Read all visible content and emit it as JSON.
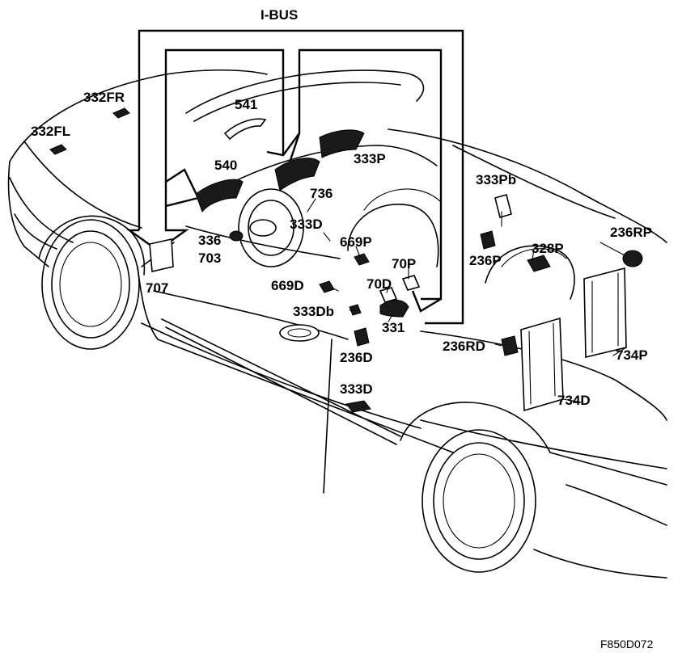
{
  "bus_label": "I-BUS",
  "figure_code": "F850D072",
  "labels": {
    "l332FR": "332FR",
    "l332FL": "332FL",
    "l541": "541",
    "l540": "540",
    "l333P": "333P",
    "l736": "736",
    "l333D_top": "333D",
    "l336": "336",
    "l703": "703",
    "l707": "707",
    "l669P": "669P",
    "l70P": "70P",
    "l70D": "70D",
    "l669D": "669D",
    "l333Db": "333Db",
    "l331": "331",
    "l236D": "236D",
    "l333D_door": "333D",
    "l333Pb": "333Pb",
    "l236P": "236P",
    "l328P": "328P",
    "l236RP": "236RP",
    "l236RD": "236RD",
    "l734P": "734P",
    "l734D": "734D"
  }
}
